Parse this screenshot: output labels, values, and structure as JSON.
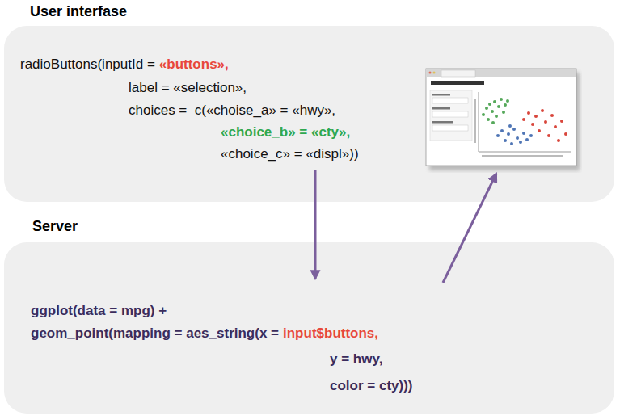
{
  "diagram": {
    "nodes": [
      {
        "text": [
          "User interfase",
          "radioButtons(inputId =",
          "«buttons»,",
          "label = «selection»,",
          "choices =  c(«choise_a» = «hwy»,",
          "«choice_b» = «cty»,",
          "«choice_c» = «displ»))"
        ]
      },
      {
        "text": [
          "Server",
          "ggplot(data = mpg) +",
          "geom_point(mapping = aes_string(x =",
          "input$buttons,",
          "y = hwy,",
          "color = cty)))"
        ]
      }
    ],
    "edges": [
      {
        "from": 0,
        "to": 1,
        "arrow": "to"
      },
      {
        "from": 1,
        "to": 0,
        "arrow": "to"
      }
    ]
  }
}
